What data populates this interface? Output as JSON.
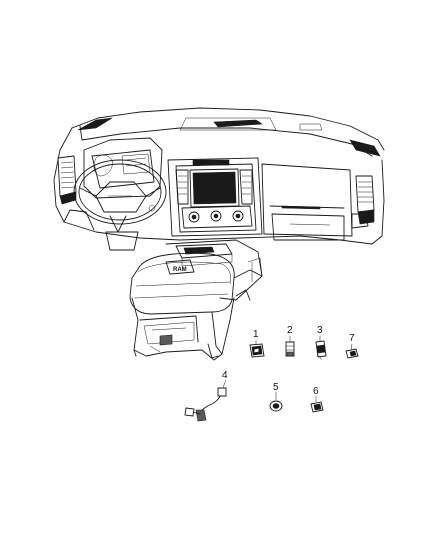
{
  "callouts": [
    {
      "id": "1",
      "part": "switch-module"
    },
    {
      "id": "2",
      "part": "connector-plug"
    },
    {
      "id": "3",
      "part": "usb-port"
    },
    {
      "id": "4",
      "part": "wire-harness-cable"
    },
    {
      "id": "5",
      "part": "round-grommet"
    },
    {
      "id": "6",
      "part": "push-pin-clip"
    },
    {
      "id": "7",
      "part": "small-fastener"
    }
  ],
  "emblem_text": "RAM",
  "colors": {
    "line": "#1a1a1a",
    "background": "#ffffff"
  }
}
